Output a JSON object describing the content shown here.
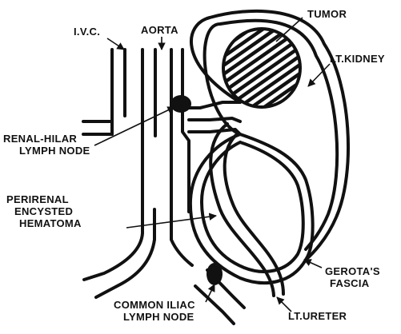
{
  "labels": {
    "ivc": "I.V.C.",
    "aorta": "AORTA",
    "tumor": "TUMOR",
    "kidney": "LT.KIDNEY",
    "renal_hilar_1": "RENAL-HILAR",
    "renal_hilar_2": "LYMPH NODE",
    "hematoma_1": "PERIRENAL",
    "hematoma_2": "ENCYSTED",
    "hematoma_3": "HEMATOMA",
    "gerota_1": "GEROTA'S",
    "gerota_2": "FASCIA",
    "iliac_1": "COMMON ILIAC",
    "iliac_2": "LYMPH NODE",
    "ureter": "LT.URETER"
  }
}
